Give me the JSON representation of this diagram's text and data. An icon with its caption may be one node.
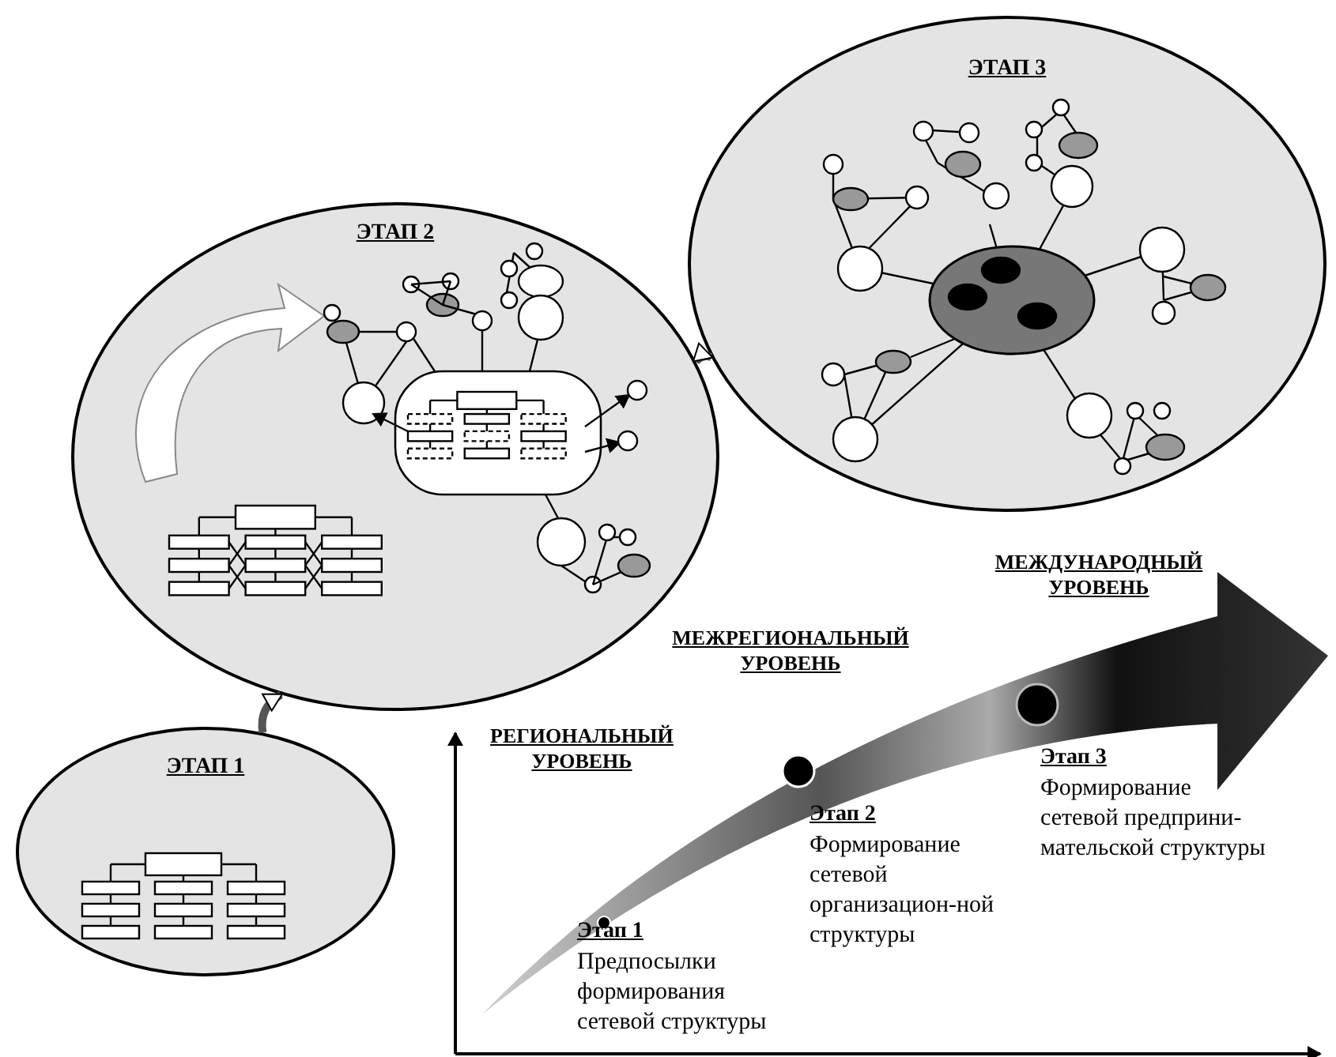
{
  "diagram": {
    "nodes": [
      {
        "text": [
          "ЭТАП 1"
        ]
      },
      {
        "text": [
          "ЭТАП 2"
        ]
      },
      {
        "text": [
          "ЭТАП 3"
        ]
      }
    ],
    "edges": [
      {
        "from": 0,
        "to": 1,
        "arrow": "to"
      },
      {
        "from": 1,
        "to": 2,
        "arrow": "to"
      }
    ],
    "labels": [
      "МЕЖДУНАРОДНЫЙ УРОВЕНЬ",
      "МЕЖРЕГИОНАЛЬНЫЙ УРОВЕНЬ",
      "РЕГИОНАЛЬНЫЙ УРОВЕНЬ",
      "Этап 3",
      "Формирование сетевой предприни-мательской структуры",
      "Этап 2",
      "Формирование сетевой организацион-ной структуры",
      "Этап 1",
      "Предпосылки формирования сетевой структуры"
    ]
  }
}
